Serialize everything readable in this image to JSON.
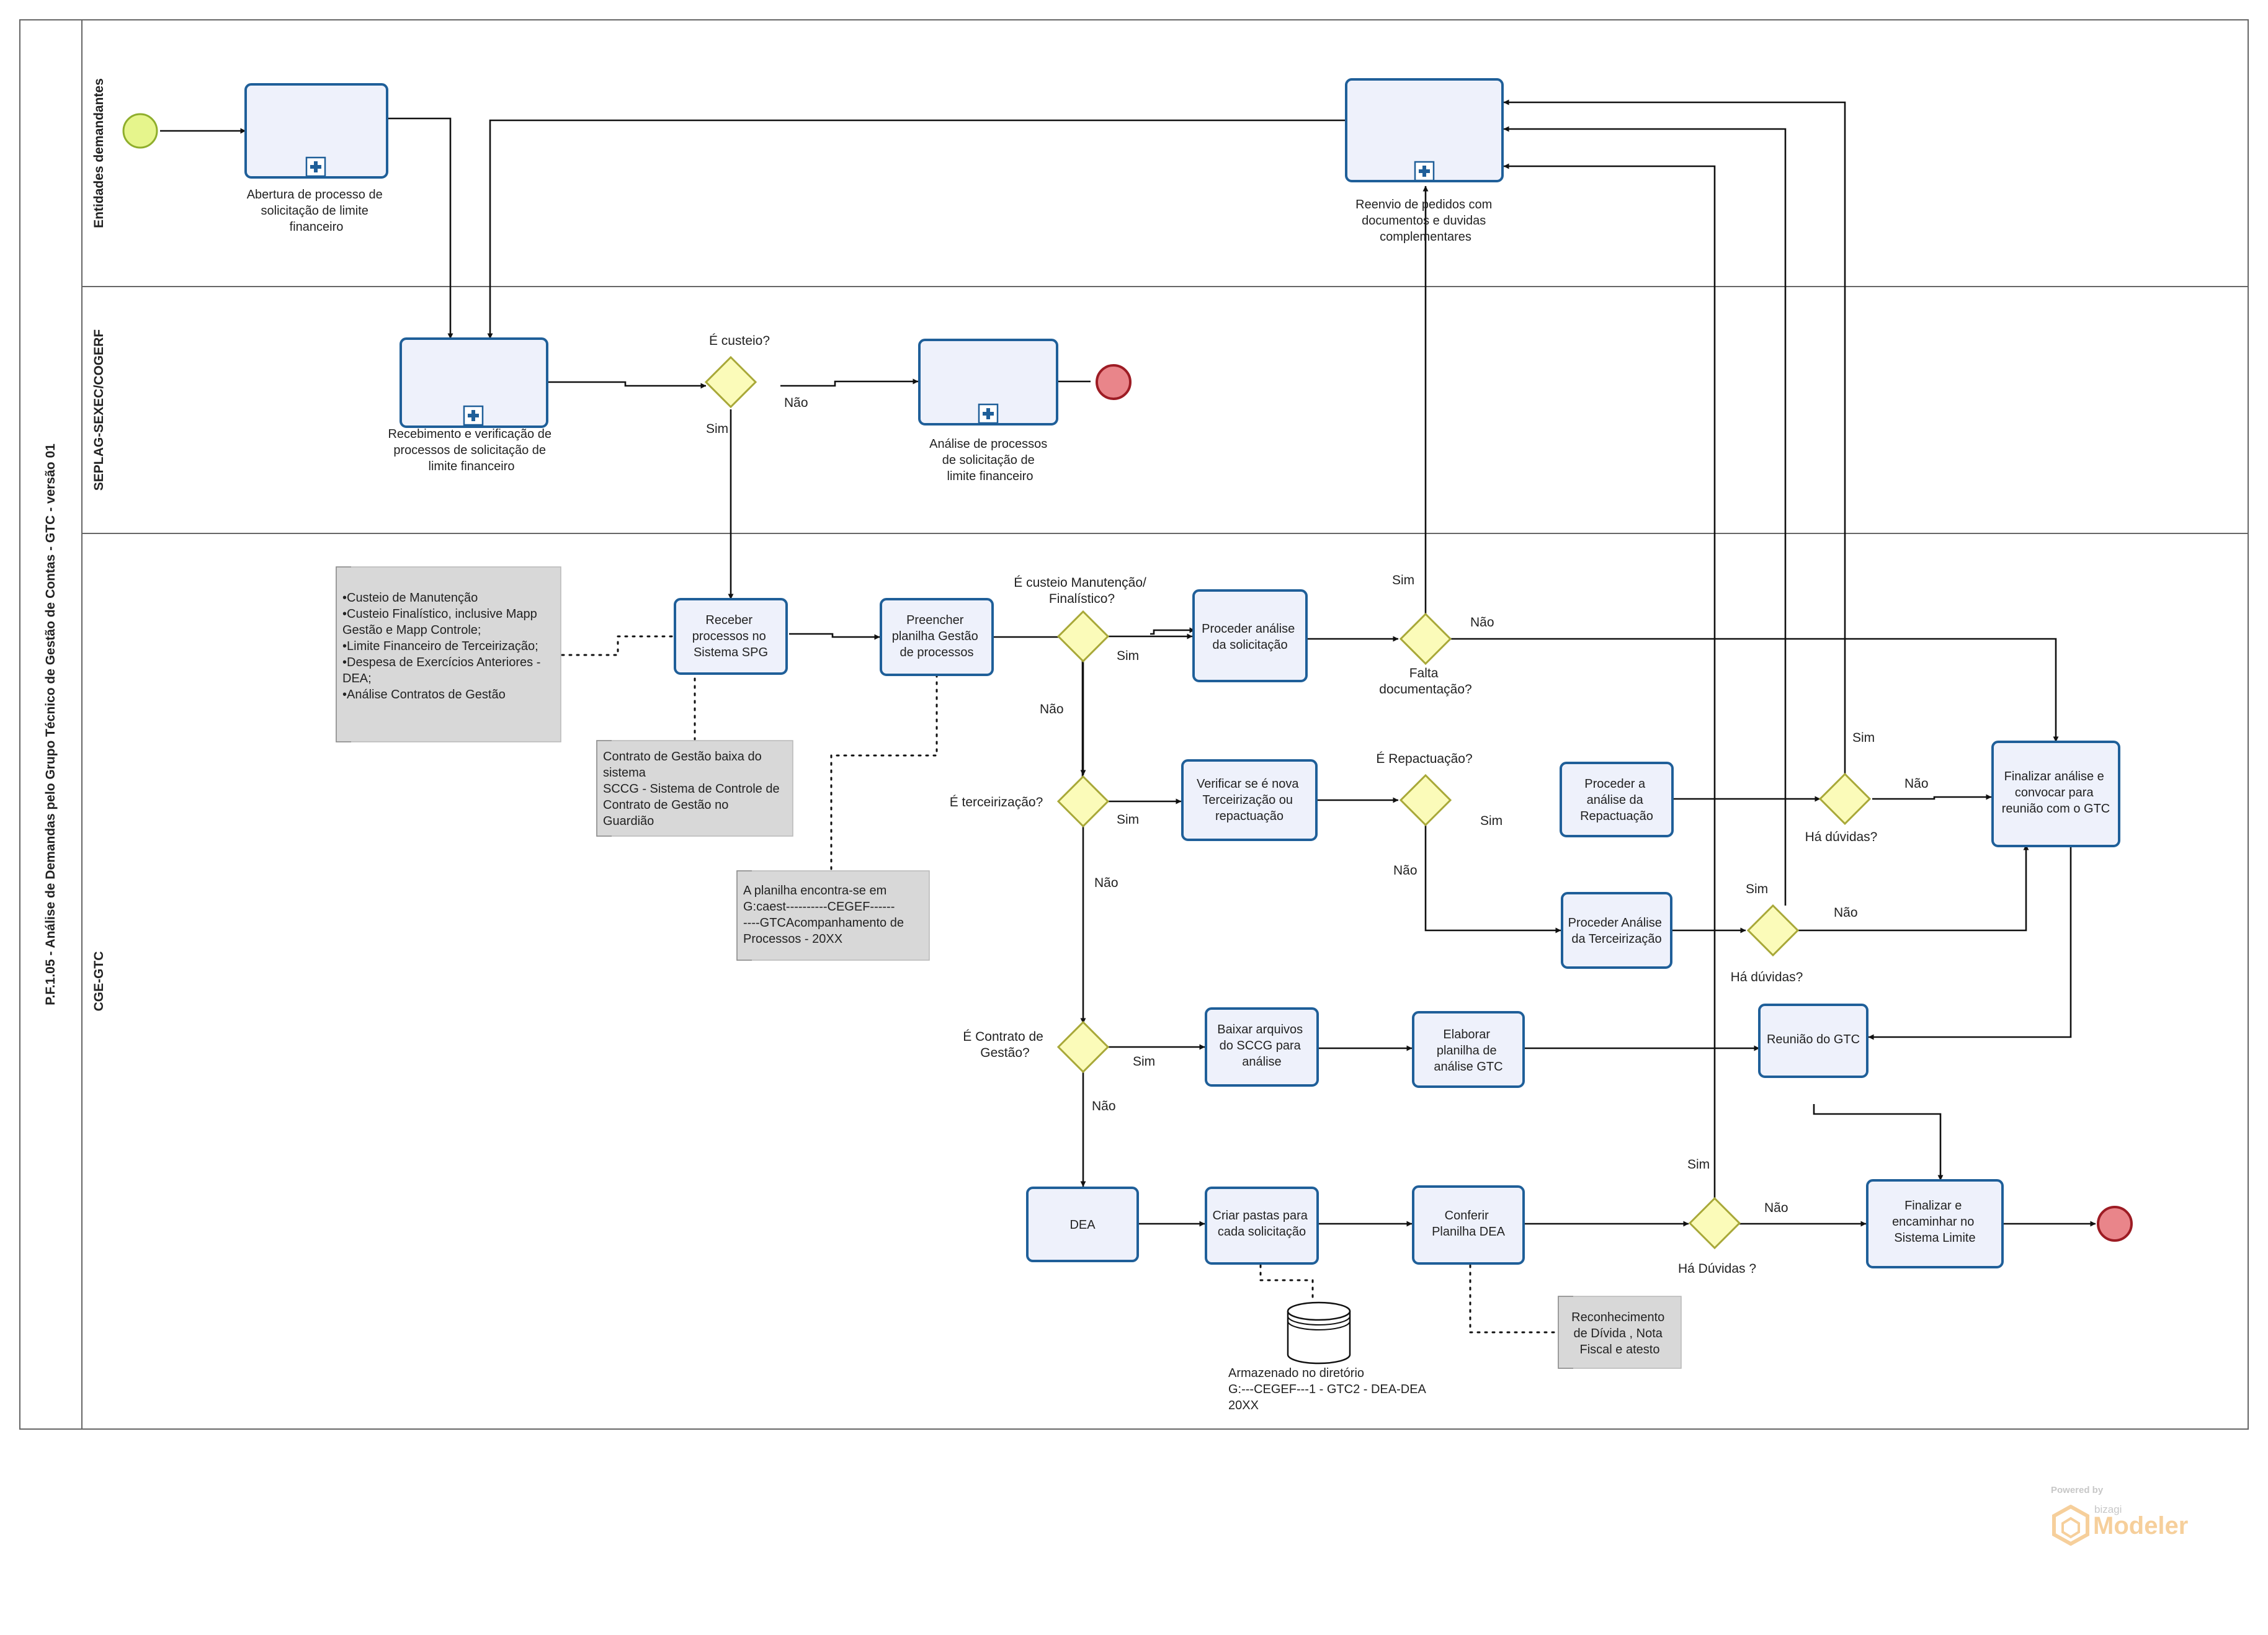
{
  "pool": {
    "title": "P.F.1.05 - Análise de Demandas pelo Grupo Técnico de Gestão de Contas - GTC - versão 01"
  },
  "lanes": [
    "Entidades demandantes",
    "SEPLAG-SEXEC/COGERF",
    "CGE-GTC"
  ],
  "tasks": {
    "abertura": [
      "Abertura de processo de",
      "solicitação de limite",
      "financeiro"
    ],
    "reenvio": [
      "Reenvio de pedidos com",
      "documentos e duvidas",
      "complementares"
    ],
    "recebimento": [
      "Recebimento e verificação de",
      "processos de solicitação de",
      "limite financeiro"
    ],
    "analise_processos": [
      "Análise de processos",
      "de solicitação de",
      "limite financeiro"
    ],
    "receber": [
      "Receber",
      "processos no",
      "Sistema SPG"
    ],
    "preencher": [
      "Preencher",
      "planilha Gestão",
      "de processos"
    ],
    "proceder_analise": [
      "Proceder análise",
      "da solicitação"
    ],
    "verificar": [
      "Verificar se é nova",
      "Terceirização ou",
      "repactuação"
    ],
    "proceder_repactuacao": [
      "Proceder a",
      "análise da",
      "Repactuação"
    ],
    "proceder_terceirizacao": [
      "Proceder Análise",
      "da Terceirização"
    ],
    "finalizar_analise": [
      "Finalizar análise e",
      "convocar para",
      "reunião com o GTC"
    ],
    "baixar": [
      "Baixar arquivos",
      "do SCCG para",
      "análise"
    ],
    "elaborar": [
      "Elaborar",
      "planilha de",
      "análise GTC"
    ],
    "reuniao": [
      "Reunião do GTC"
    ],
    "dea": [
      "DEA"
    ],
    "criar_pastas": [
      "Criar pastas para",
      "cada solicitação"
    ],
    "conferir": [
      "Conferir",
      "Planilha DEA"
    ],
    "finalizar_encaminhar": [
      "Finalizar e",
      "encaminhar no",
      "Sistema Limite"
    ]
  },
  "gateways": {
    "custeio": [
      "É custeio?"
    ],
    "manutencao": [
      "É custeio Manutenção/",
      "Finalístico?"
    ],
    "falta_doc": [
      "Falta",
      "documentação?"
    ],
    "terceirizacao": [
      "É terceirização?"
    ],
    "repactuacao": [
      "É Repactuação?"
    ],
    "duvidas1": [
      "Há dúvidas?"
    ],
    "duvidas2": [
      "Há dúvidas?"
    ],
    "contrato": [
      "É Contrato de",
      "Gestão?"
    ],
    "duvidas_dea": [
      "Há Dúvidas ?"
    ]
  },
  "flow_labels": {
    "yes": "Sim",
    "no": "Não"
  },
  "annotations": {
    "custeio_list": [
      "•Custeio de Manutenção",
      "•Custeio Finalístico, inclusive Mapp",
      "Gestão e Mapp Controle;",
      "•Limite Financeiro de Terceirização;",
      "•Despesa de Exercícios Anteriores -",
      "DEA;",
      "•Análise Contratos de Gestão"
    ],
    "contrato_sistema": [
      "Contrato de Gestão baixa do",
      "sistema",
      "SCCG - Sistema de Controle de",
      "Contrato de Gestão no",
      "Guardião"
    ],
    "planilha": [
      "A planilha encontra-se em",
      "G:caest----------CEGEF------",
      "----GTCAcompanhamento de",
      "Processos - 20XX"
    ],
    "reconhecimento": [
      "Reconhecimento",
      "de Dívida , Nota",
      "Fiscal e atesto"
    ]
  },
  "datastore": {
    "label": [
      "Armazenado no diretório",
      "G:---CEGEF---1 - GTC2 - DEA-DEA",
      "20XX"
    ]
  },
  "watermark": {
    "powered": "Powered by",
    "company": "bizagi",
    "product": "Modeler"
  },
  "colors": {
    "task_fill": "#eef1fb",
    "task_stroke": "#1f5f99",
    "gateway_fill": "#fbfbb9",
    "start_fill": "#e6f58c",
    "end_fill": "#e9858a",
    "note_fill": "#d8d8d8"
  }
}
